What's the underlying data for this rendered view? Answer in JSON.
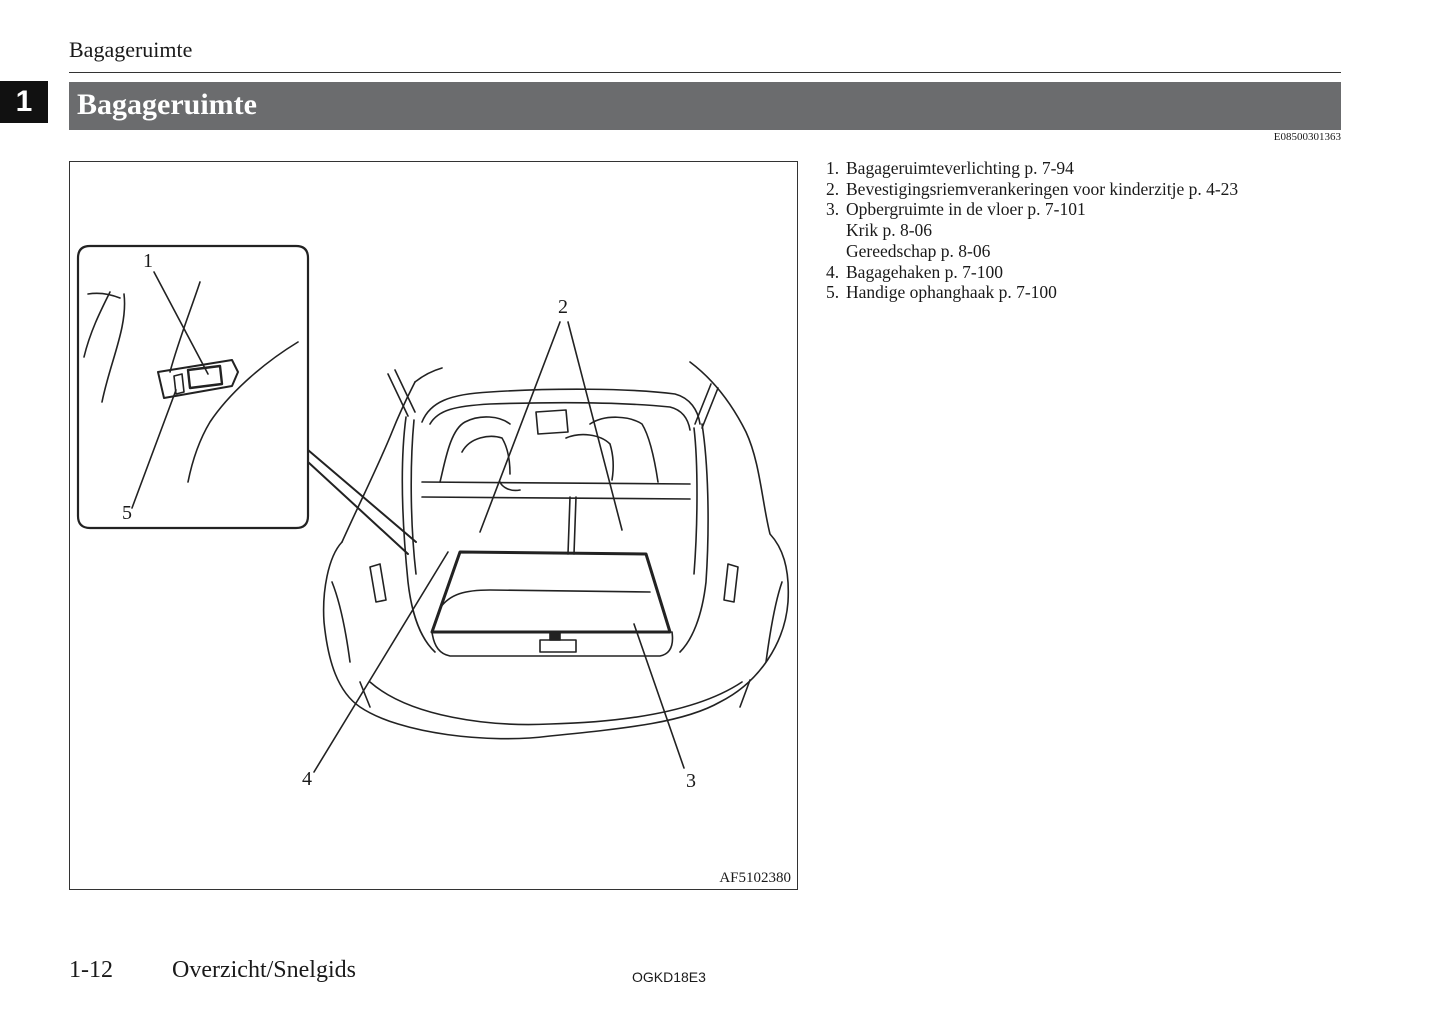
{
  "header": {
    "running_title": "Bagageruimte",
    "chapter_number": "1",
    "section_title": "Bagageruimte",
    "doc_code": "E08500301363"
  },
  "figure": {
    "code": "AF5102380",
    "callouts": [
      "1",
      "2",
      "3",
      "4",
      "5"
    ]
  },
  "legend": [
    {
      "number": "1.",
      "lines": [
        "Bagageruimteverlichting p. 7-94"
      ]
    },
    {
      "number": "2.",
      "lines": [
        "Bevestigingsriemverankeringen voor kinderzitje p. 4-23"
      ]
    },
    {
      "number": "3.",
      "lines": [
        "Opbergruimte in de vloer p. 7-101",
        "Krik p. 8-06",
        "Gereedschap p. 8-06"
      ]
    },
    {
      "number": "4.",
      "lines": [
        "Bagagehaken p. 7-100"
      ]
    },
    {
      "number": "5.",
      "lines": [
        "Handige ophanghaak p. 7-100"
      ]
    }
  ],
  "footer": {
    "page": "1-12",
    "section": "Overzicht/Snelgids",
    "code": "OGKD18E3"
  }
}
